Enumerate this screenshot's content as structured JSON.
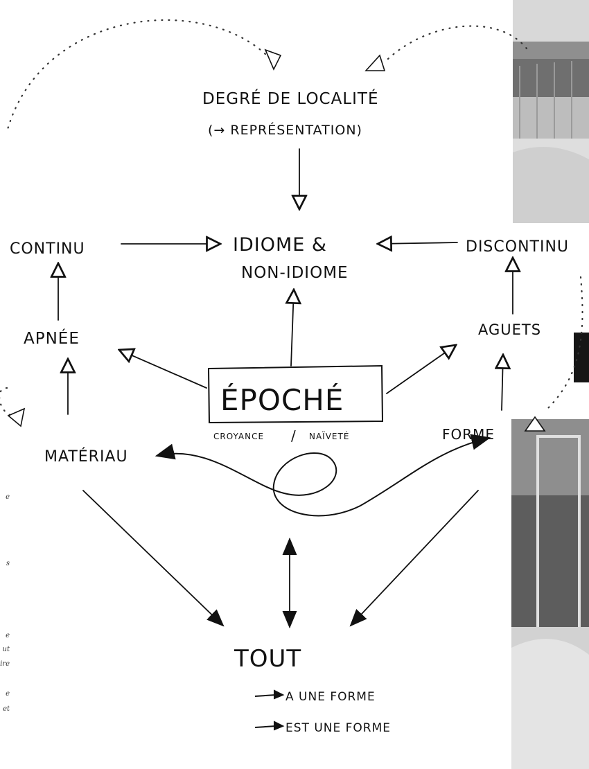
{
  "diagram": {
    "top_title": "DEGRÉ DE LOCALITÉ",
    "top_subtitle": "(→ REPRÉSENTATION)",
    "center_line1": "IDIOME &",
    "center_line2": "NON-IDIOME",
    "left_top": "CONTINU",
    "right_top": "DISCONTINU",
    "left_mid": "APNÉE",
    "right_mid": "AGUETS",
    "core_box": "ÉPOCHÉ",
    "core_caption_left": "CROYANCE",
    "core_caption_sep": "/",
    "core_caption_right": "NAÏVETÉ",
    "left_bottom": "MATÉRIAU",
    "right_bottom": "FORME",
    "bottom_title": "TOUT",
    "bottom_line1": "A UNE FORME",
    "bottom_line2": "EST UNE FORME"
  },
  "margin_fragments": [
    "e",
    "s",
    "e",
    "ut",
    "ire",
    "e",
    "et"
  ],
  "colors": {
    "ink": "#111111",
    "paper": "#ffffff"
  }
}
